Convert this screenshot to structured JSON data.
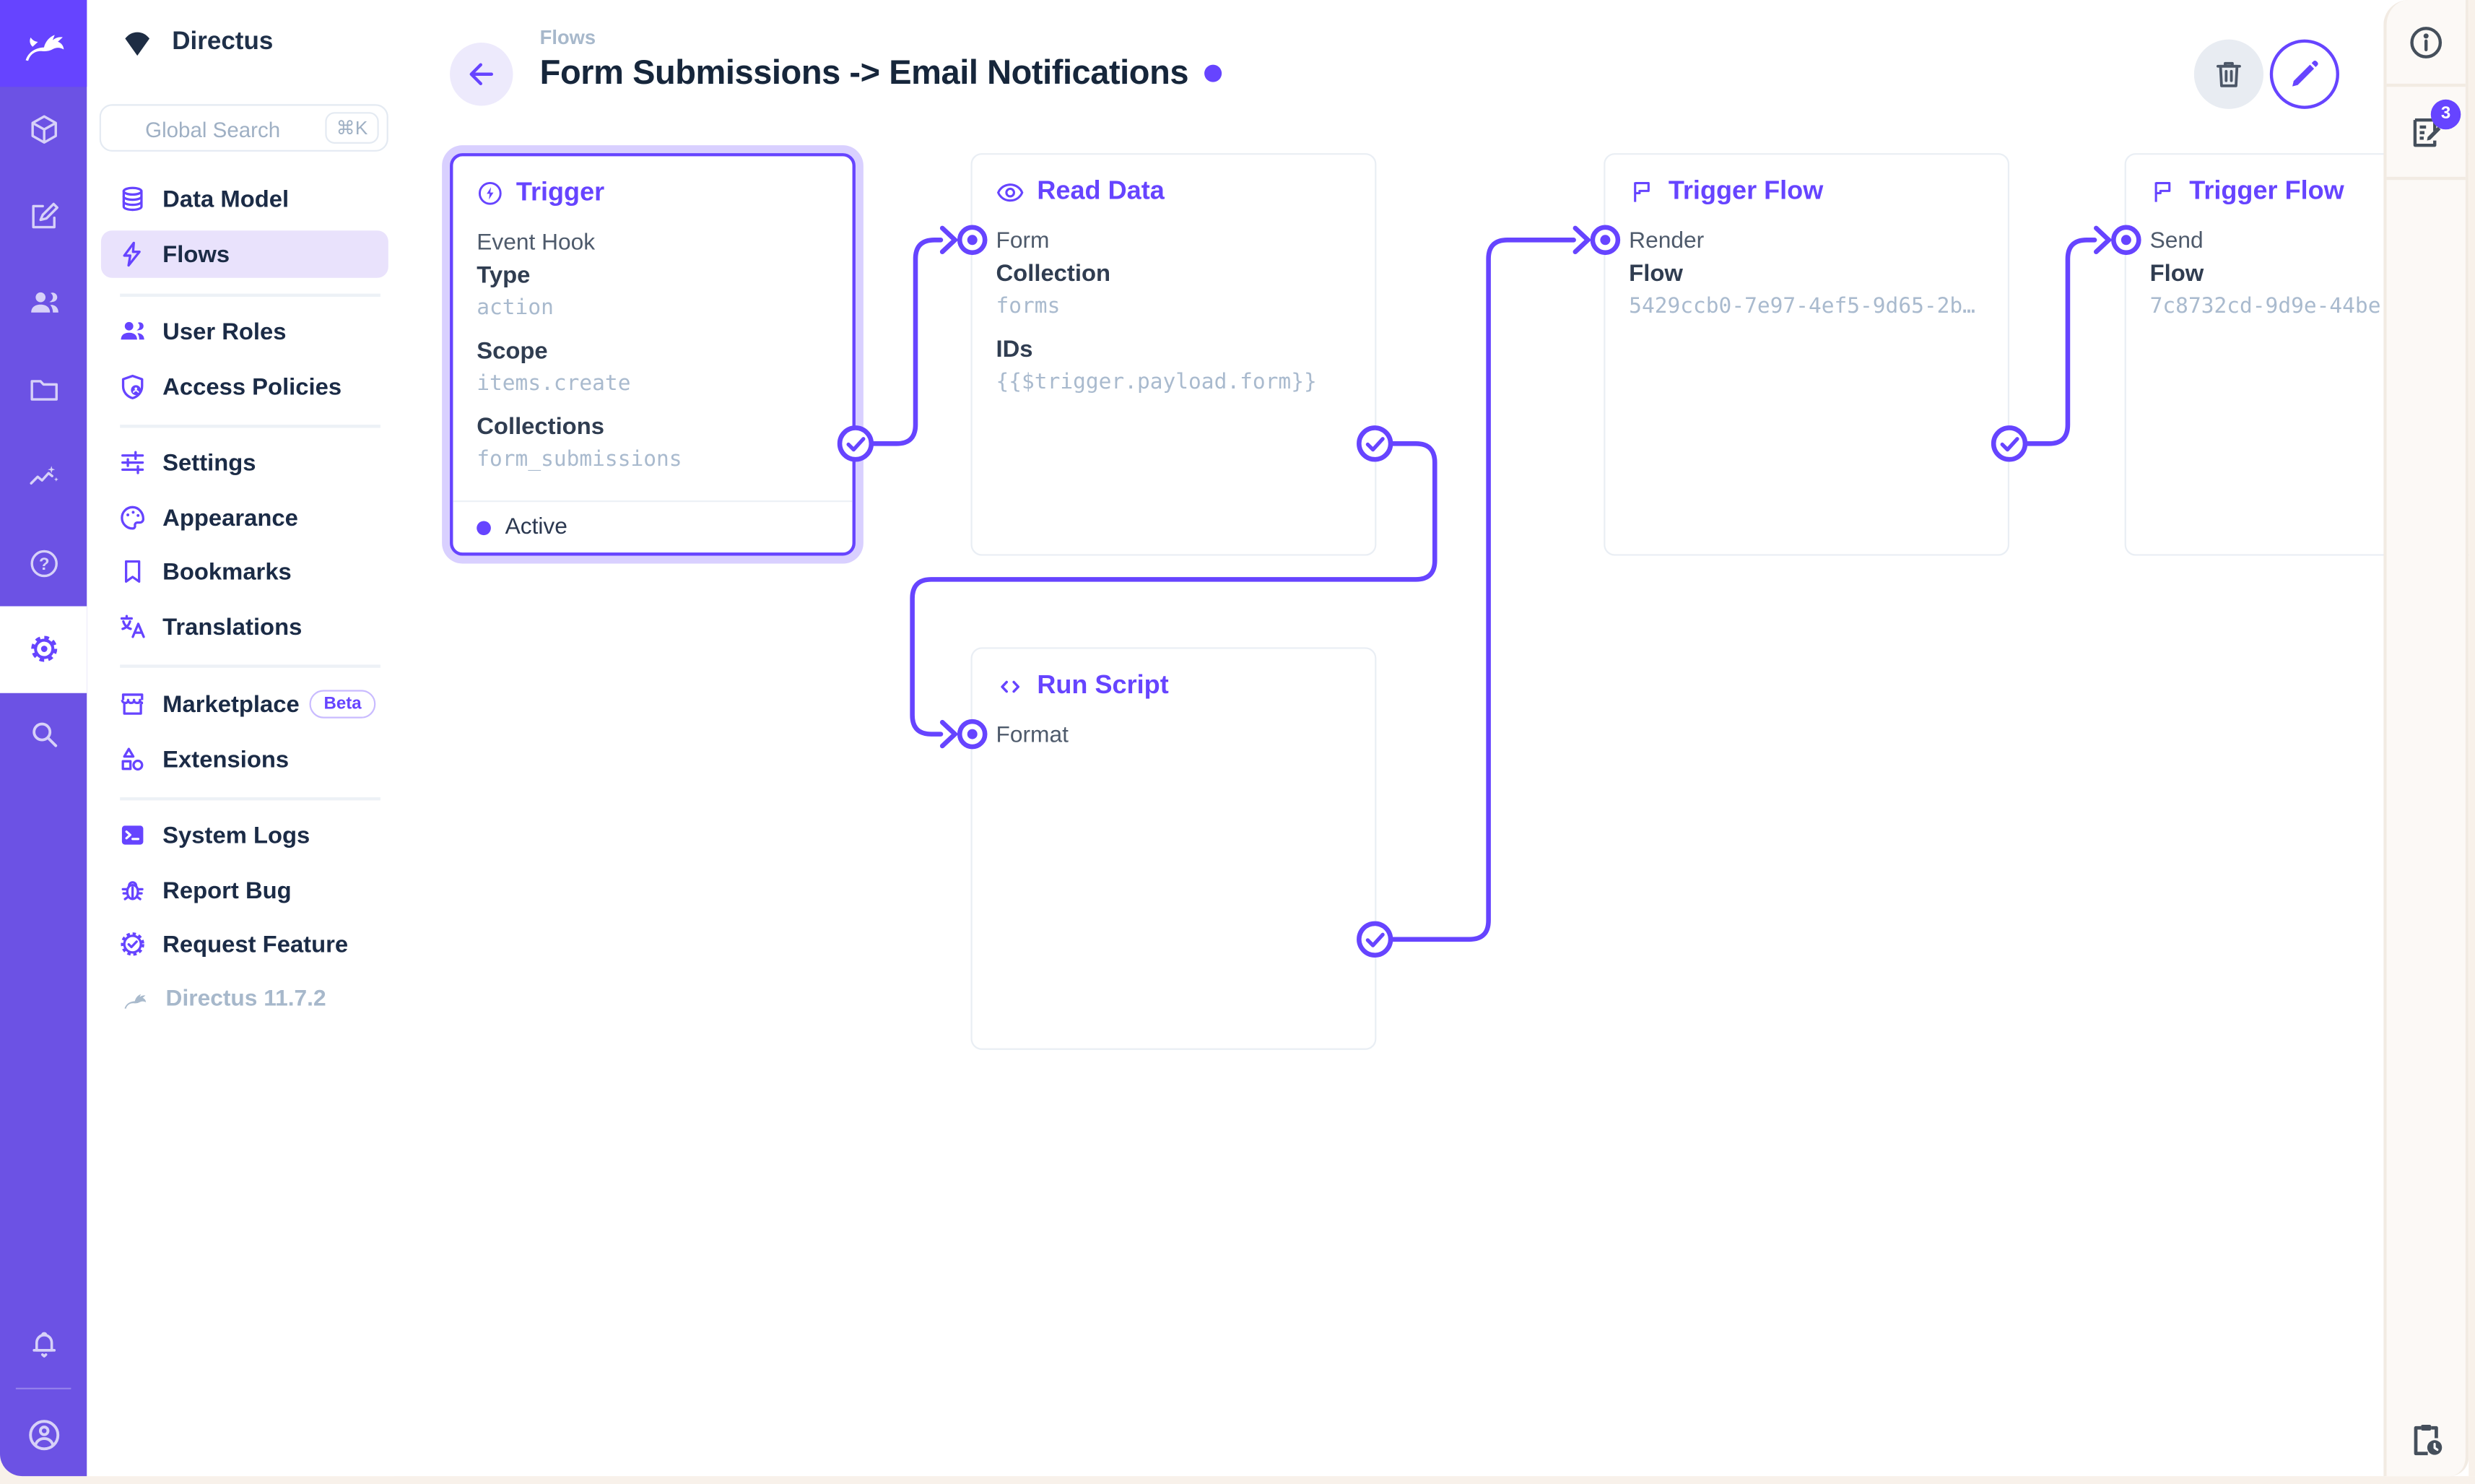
{
  "colors": {
    "accent": "#6644FF",
    "rail": "#6C52E4",
    "logo": "#6644FF",
    "title": "#16263B",
    "value_muted": "#A9BACE"
  },
  "sidebar": {
    "project_name": "Directus",
    "search": {
      "placeholder": "Global Search",
      "shortcut": "⌘K"
    },
    "items": [
      {
        "label": "Data Model"
      },
      {
        "label": "Flows",
        "active": true
      },
      {
        "label": "User Roles"
      },
      {
        "label": "Access Policies"
      },
      {
        "label": "Settings"
      },
      {
        "label": "Appearance"
      },
      {
        "label": "Bookmarks"
      },
      {
        "label": "Translations"
      },
      {
        "label": "Marketplace",
        "badge": "Beta"
      },
      {
        "label": "Extensions"
      },
      {
        "label": "System Logs"
      },
      {
        "label": "Report Bug"
      },
      {
        "label": "Request Feature"
      }
    ],
    "version": "Directus 11.7.2"
  },
  "header": {
    "breadcrumb": "Flows",
    "title": "Form Submissions -> Email Notifications"
  },
  "right_sidebar": {
    "notifications_count": "3"
  },
  "flow": {
    "panels": [
      {
        "type": "trigger",
        "title": "Trigger",
        "subtitle": "Event Hook",
        "fields": [
          {
            "label": "Type",
            "value": "action"
          },
          {
            "label": "Scope",
            "value": "items.create"
          },
          {
            "label": "Collections",
            "value": "form_submissions"
          }
        ],
        "status": "Active"
      },
      {
        "type": "read-data",
        "title": "Read Data",
        "input": "Form",
        "fields": [
          {
            "label": "Collection",
            "value": "forms"
          },
          {
            "label": "IDs",
            "value": "{{$trigger.payload.form}}"
          }
        ]
      },
      {
        "type": "run-script",
        "title": "Run Script",
        "input": "Format",
        "fields": []
      },
      {
        "type": "trigger-flow",
        "title": "Trigger Flow",
        "input": "Render",
        "fields": [
          {
            "label": "Flow",
            "value": "5429ccb0-7e97-4ef5-9d65-2b…"
          }
        ]
      },
      {
        "type": "trigger-flow",
        "title": "Trigger Flow",
        "input": "Send",
        "fields": [
          {
            "label": "Flow",
            "value": "7c8732cd-9d9e-44be"
          }
        ]
      }
    ]
  }
}
